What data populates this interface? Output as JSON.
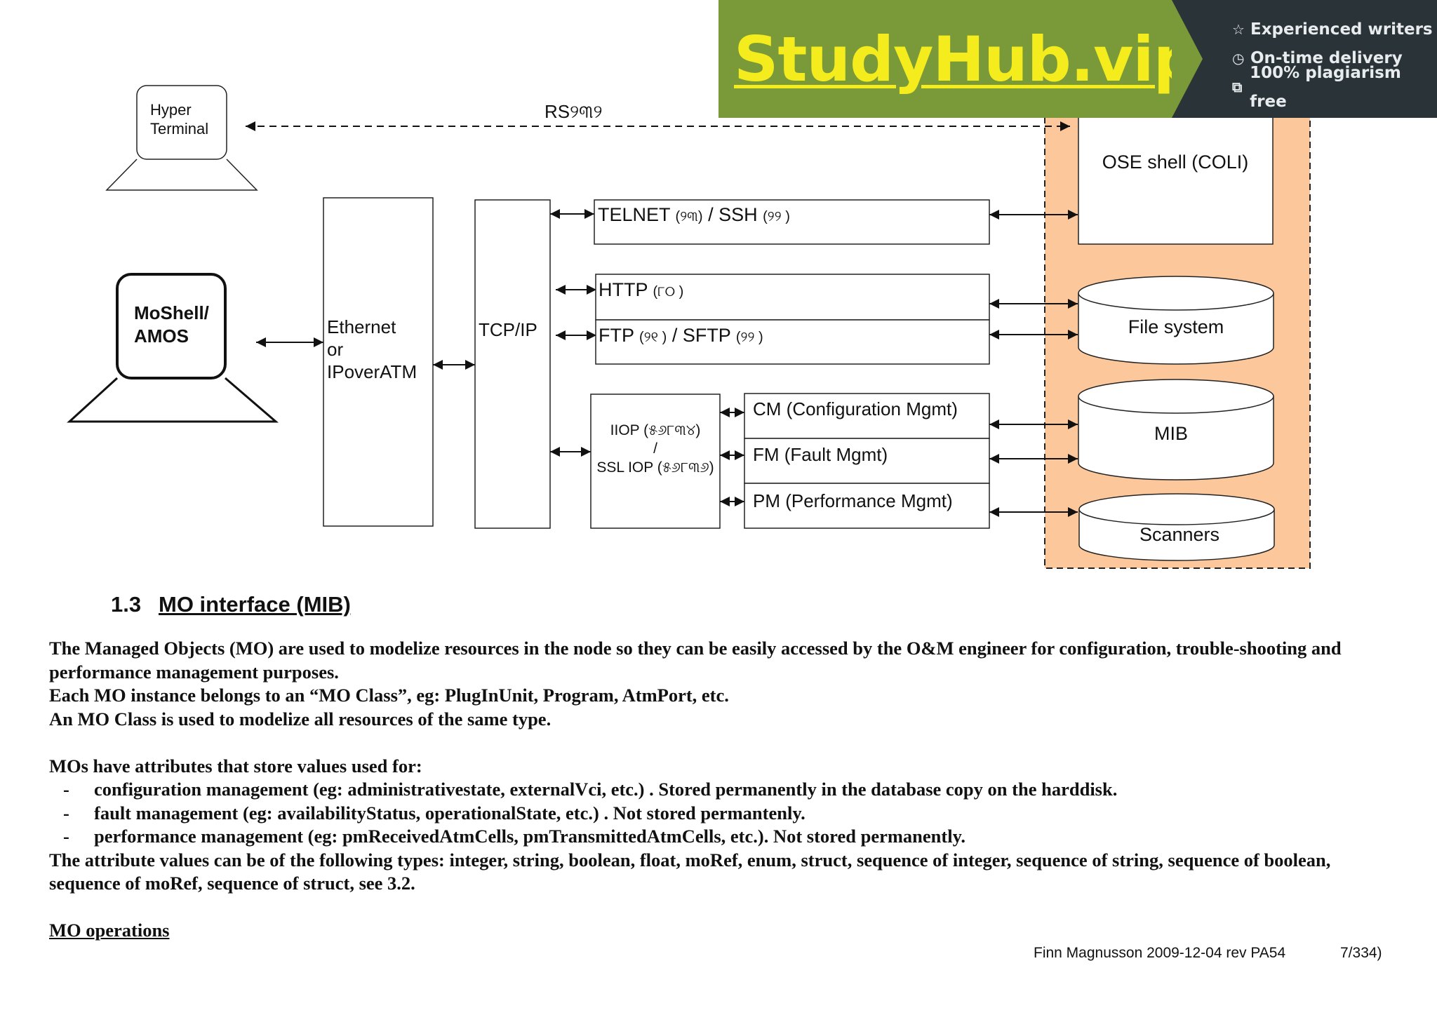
{
  "banner": {
    "logo": "StudyHub.vip",
    "features": [
      {
        "icon": "star-icon",
        "label": "Experienced writers"
      },
      {
        "icon": "clock-icon",
        "label": "On-time delivery"
      },
      {
        "icon": "copy-icon",
        "label": "100% plagiarism free"
      }
    ],
    "colors": {
      "green": "#7a9a3a",
      "dark": "#2a3338",
      "logo": "#f4ec1c"
    }
  },
  "diagram": {
    "hyper_terminal": [
      "Hyper",
      "Terminal"
    ],
    "rs_link": "RS୨୩୨",
    "moshell": [
      "MoShell/",
      "AMOS"
    ],
    "ethernet": [
      "Ethernet",
      "or",
      "IPoverATM"
    ],
    "tcpip": "TCP/IP",
    "telnet": {
      "main": "TELNET",
      "port1": "(୨୩)",
      "sep": "/ SSH",
      "port2": "(୨୨ )"
    },
    "http": {
      "main": "HTTP",
      "port": "(୮୦ )"
    },
    "ftp": {
      "main": "FTP",
      "port1": "(୨୧ )",
      "sep": "/ SFTP",
      "port2": "(୨୨ )"
    },
    "iiop": [
      "IIOP (୫୬୮୩୪)",
      "/",
      "SSL IOP (୫୬୮୩୬)"
    ],
    "cm": "CM (Configuration Mgmt)",
    "fm": "FM (Fault Mgmt)",
    "pm": "PM (Performance Mgmt)",
    "ose_shell": "OSE shell (COLI)",
    "file_system": "File system",
    "mib": "MIB",
    "scanners": "Scanners",
    "node_fill": "#fcc89b"
  },
  "section": {
    "number": "1.3",
    "title": "MO interface (MIB)"
  },
  "body": {
    "p1": "The Managed Objects (MO) are used to modelize resources in the node so they can be easily accessed by the O&M engineer for configuration, trouble-shooting and performance management purposes.",
    "p2": "Each MO instance belongs to an “MO Class”, eg: PlugInUnit, Program, AtmPort, etc.",
    "p3": "An MO Class is used to modelize all resources of the same type.",
    "p4": "MOs have attributes that store values used for:",
    "bullets": [
      "configuration management (eg: administrativestate, externalVci, etc.) . Stored permanently in the database copy on the harddisk.",
      "fault management (eg: availabilityStatus, operationalState, etc.) . Not stored permantenly.",
      "performance management (eg: pmReceivedAtmCells, pmTransmittedAtmCells, etc.). Not stored permanently."
    ],
    "bullet_dash": "-",
    "p5": "The attribute values can be of the following types: integer, string, boolean, float, moRef, enum, struct, sequence of integer, sequence of string, sequence of boolean, sequence of moRef, sequence of struct, see 3.2.",
    "mo_operations": "MO operations"
  },
  "footer": {
    "author": "Finn Magnusson 2009-12-04 rev PA54",
    "page": "7/334)"
  }
}
